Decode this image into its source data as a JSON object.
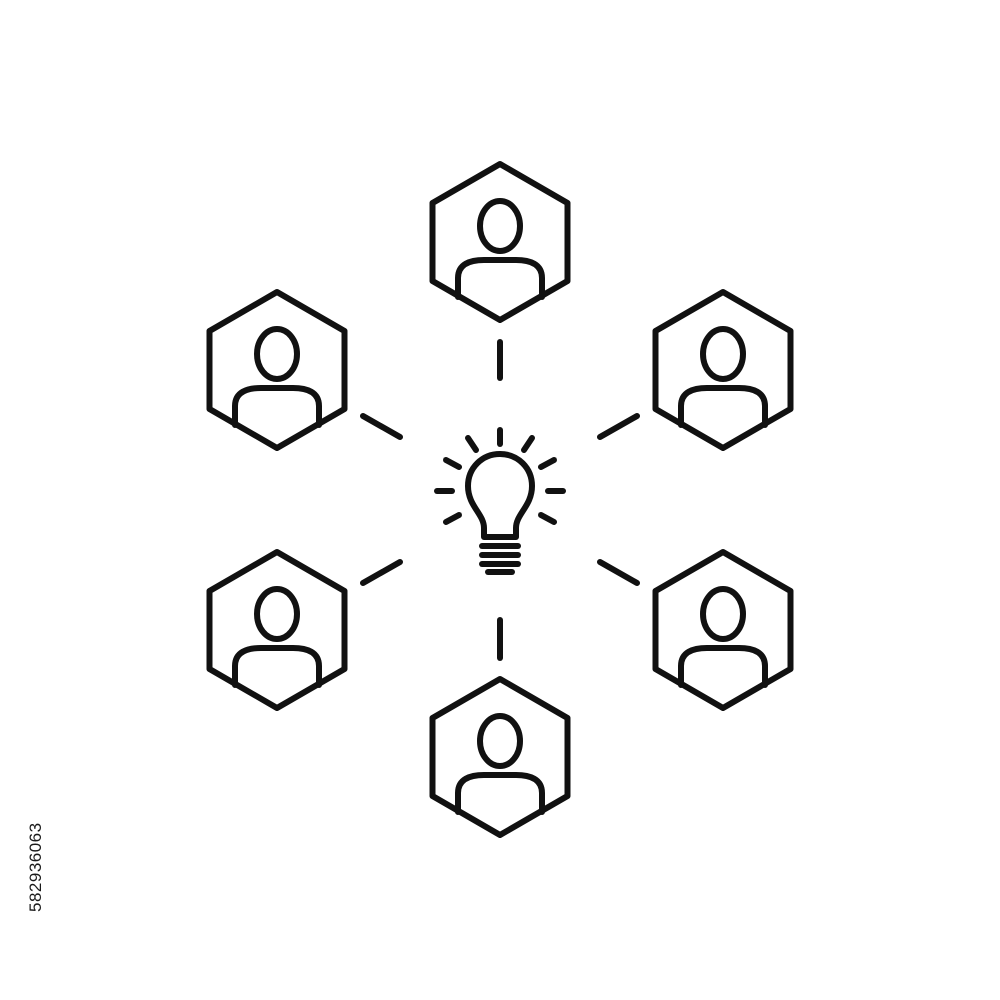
{
  "icon": {
    "center": "lightbulb-icon",
    "nodes": [
      {
        "name": "person-node-top",
        "icon": "person-icon"
      },
      {
        "name": "person-node-upper-right",
        "icon": "person-icon"
      },
      {
        "name": "person-node-lower-right",
        "icon": "person-icon"
      },
      {
        "name": "person-node-bottom",
        "icon": "person-icon"
      },
      {
        "name": "person-node-lower-left",
        "icon": "person-icon"
      },
      {
        "name": "person-node-upper-left",
        "icon": "person-icon"
      }
    ],
    "stroke_color": "#111111",
    "background_color": "#ffffff"
  },
  "watermark": {
    "stock_id": "582936063"
  }
}
